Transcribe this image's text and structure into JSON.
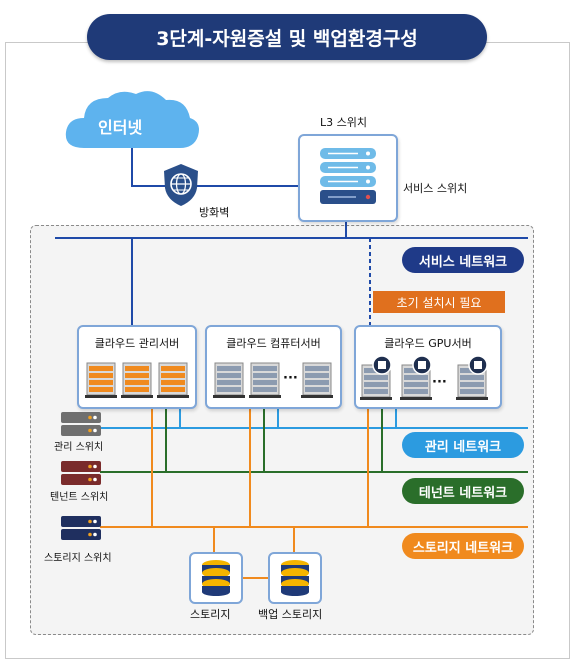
{
  "title": "3단계-자원증설 및 백업환경구성",
  "internet": "인터넷",
  "firewall": "방화벽",
  "l3_switch": "L3 스위치",
  "service_switch": "서비스 스위치",
  "networks": {
    "service": "서비스 네트워크",
    "management": "관리 네트워크",
    "tenant": "테넌트 네트워크",
    "storage": "스토리지 네트워크"
  },
  "notice": "초기 설치시 필요",
  "servers": {
    "management": "클라우드 관리서버",
    "compute": "클라우드 컴퓨터서버",
    "gpu": "클라우드 GPU서버"
  },
  "ellipsis": "···",
  "switches": {
    "management": "관리 스위치",
    "tenant": "텐넌트 스위치",
    "storage": "스토리지 스위치"
  },
  "storage": {
    "primary": "스토리지",
    "backup": "백업 스토리지"
  },
  "colors": {
    "title_bg": "#1f3a78",
    "service_net": "#1f4aa8",
    "management_net": "#2c9be0",
    "tenant_net": "#2a6e2a",
    "storage_net": "#f08a1e",
    "notice": "#e0701e",
    "box_border": "#7fa6d8"
  }
}
